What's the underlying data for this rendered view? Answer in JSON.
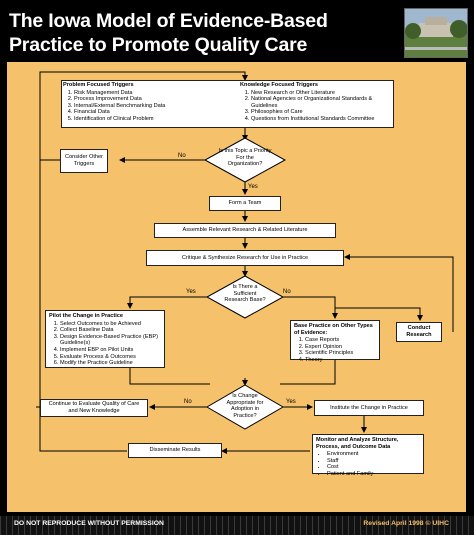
{
  "title_line1": "The Iowa Model of Evidence-Based",
  "title_line2": "Practice to Promote Quality Care",
  "footer_left": "DO NOT REPRODUCE WITHOUT PERMISSION",
  "footer_right": "Revised April 1998 © UIHC",
  "colors": {
    "panel": "#f5c16a",
    "background": "#000000",
    "box": "#ffffff"
  },
  "problem_triggers": {
    "heading": "Problem Focused Triggers",
    "items": [
      "Risk Management Data",
      "Process Improvement Data",
      "Internal/External Benchmarking Data",
      "Financial Data",
      "Identification of Clinical Problem"
    ]
  },
  "knowledge_triggers": {
    "heading": "Knowledge Focused Triggers",
    "items": [
      "New Research or Other Literature",
      "National Agencies or Organizational Standards & Guidelines",
      "Philosophies of Care",
      "Questions from Institutional Standards Committee"
    ]
  },
  "priority_question": "Is this Topic a Priority For the Organization?",
  "consider_other": "Consider Other Triggers",
  "form_team": "Form a Team",
  "assemble": "Assemble Relevant Research & Related Literature",
  "critique": "Critique & Synthesize Research for Use in Practice",
  "sufficient_question": "Is There a Sufficient Research Base?",
  "pilot": {
    "heading": "Pilot the Change in Practice",
    "items": [
      "Select Outcomes to be Achieved",
      "Collect Baseline Data",
      "Design Evidence-Based Practice (EBP) Guideline(s)",
      "Implement EBP on Pilot Units",
      "Evaluate Process & Outcomes",
      "Modify the Practice Guideline"
    ]
  },
  "base_practice": {
    "heading": "Base Practice on Other Types of Evidence:",
    "items": [
      "Case Reports",
      "Expert Opinion",
      "Scientific Principles",
      "Theory"
    ]
  },
  "conduct_research": "Conduct Research",
  "change_question": "Is Change Appropriate for Adoption in Practice?",
  "continue_eval": "Continue to Evaluate Quality of Care and New Knowledge",
  "institute": "Institute the Change in Practice",
  "monitor": {
    "heading": "Monitor and Analyze Structure, Process, and Outcome Data",
    "items": [
      "Environment",
      "Staff",
      "Cost",
      "Patient and Family"
    ]
  },
  "disseminate": "Disseminate Results",
  "labels": {
    "no1": "No",
    "yes1": "Yes",
    "yes2": "Yes",
    "no2": "No",
    "no3": "No",
    "yes3": "Yes"
  }
}
